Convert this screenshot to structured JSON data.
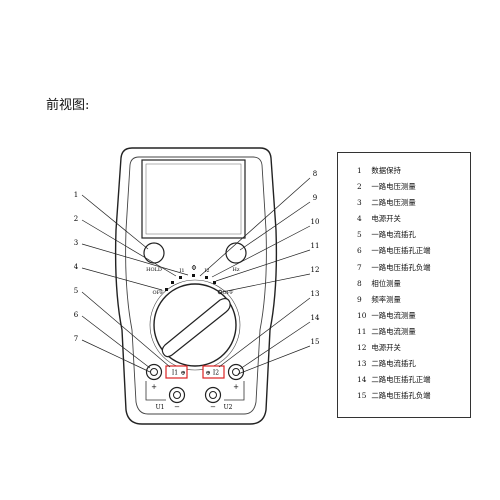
{
  "figure": {
    "title": "前视图:"
  },
  "panel": {
    "left_button_label": "HOLD",
    "right_button_label": "Hz",
    "top_labels": [
      "I1",
      "Φ",
      "I2"
    ],
    "off_left": "OFF",
    "off_right": "OFF",
    "jack_group_left": [
      "I1",
      "⊕"
    ],
    "jack_group_right": [
      "⊕",
      "I2"
    ],
    "bottom_left_label": "U1",
    "bottom_right_label": "U2",
    "plus_left": "+",
    "plus_right": "+",
    "minus": "−"
  },
  "callouts": [
    "1",
    "2",
    "3",
    "4",
    "5",
    "6",
    "7",
    "8",
    "9",
    "10",
    "11",
    "12",
    "13",
    "14",
    "15"
  ],
  "legend": [
    {
      "num": "1",
      "text": "数据保持"
    },
    {
      "num": "2",
      "text": "一路电压测量"
    },
    {
      "num": "3",
      "text": "二路电压测量"
    },
    {
      "num": "4",
      "text": "电源开关"
    },
    {
      "num": "5",
      "text": "一路电流插孔"
    },
    {
      "num": "6",
      "text": "一路电压插孔正端"
    },
    {
      "num": "7",
      "text": "一路电压插孔负端"
    },
    {
      "num": "8",
      "text": "相位测量"
    },
    {
      "num": "9",
      "text": "频率测量"
    },
    {
      "num": "10",
      "text": "一路电流测量"
    },
    {
      "num": "11",
      "text": "二路电流测量"
    },
    {
      "num": "12",
      "text": "电源开关"
    },
    {
      "num": "13",
      "text": "二路电流插孔"
    },
    {
      "num": "14",
      "text": "二路电压插孔正端"
    },
    {
      "num": "15",
      "text": "二路电压插孔负端"
    }
  ]
}
